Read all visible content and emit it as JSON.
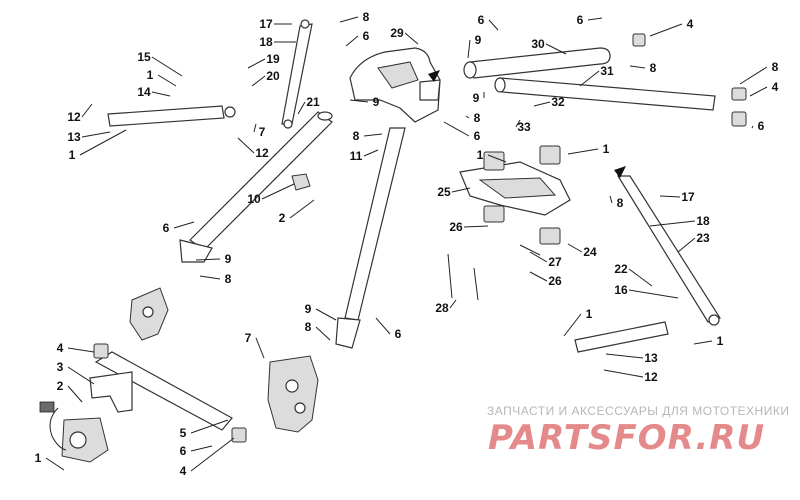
{
  "watermark": {
    "text": "ЗАПЧАСТИ И АКСЕССУАРЫ ДЛЯ МОТОТЕХНИКИ",
    "logo": "PARTSFOR.RU"
  },
  "callouts": [
    {
      "id": "c17a",
      "label": "17"
    },
    {
      "id": "c18a",
      "label": "18"
    },
    {
      "id": "c8a",
      "label": "8"
    },
    {
      "id": "c6a",
      "label": "6"
    },
    {
      "id": "c29",
      "label": "29"
    },
    {
      "id": "c6b",
      "label": "6"
    },
    {
      "id": "c9a",
      "label": "9"
    },
    {
      "id": "c30",
      "label": "30"
    },
    {
      "id": "c6c",
      "label": "6"
    },
    {
      "id": "c4a",
      "label": "4"
    },
    {
      "id": "c15",
      "label": "15"
    },
    {
      "id": "c19",
      "label": "19"
    },
    {
      "id": "c1a",
      "label": "1"
    },
    {
      "id": "c20",
      "label": "20"
    },
    {
      "id": "c14",
      "label": "14"
    },
    {
      "id": "c31",
      "label": "31"
    },
    {
      "id": "c8b",
      "label": "8"
    },
    {
      "id": "c8c",
      "label": "8"
    },
    {
      "id": "c4b",
      "label": "4"
    },
    {
      "id": "c12a",
      "label": "12"
    },
    {
      "id": "c21",
      "label": "21"
    },
    {
      "id": "c9b",
      "label": "9"
    },
    {
      "id": "c9c",
      "label": "9"
    },
    {
      "id": "c32",
      "label": "32"
    },
    {
      "id": "c6d",
      "label": "6"
    },
    {
      "id": "c13a",
      "label": "13"
    },
    {
      "id": "c7a",
      "label": "7"
    },
    {
      "id": "c8d",
      "label": "8"
    },
    {
      "id": "c33",
      "label": "33"
    },
    {
      "id": "c8e",
      "label": "8"
    },
    {
      "id": "c6e",
      "label": "6"
    },
    {
      "id": "c1b",
      "label": "1"
    },
    {
      "id": "c12b",
      "label": "12"
    },
    {
      "id": "c1c",
      "label": "1"
    },
    {
      "id": "c1d",
      "label": "1"
    },
    {
      "id": "c11",
      "label": "11"
    },
    {
      "id": "c25",
      "label": "25"
    },
    {
      "id": "c10",
      "label": "10"
    },
    {
      "id": "c8f",
      "label": "8"
    },
    {
      "id": "c17b",
      "label": "17"
    },
    {
      "id": "c2a",
      "label": "2"
    },
    {
      "id": "c18b",
      "label": "18"
    },
    {
      "id": "c6f",
      "label": "6"
    },
    {
      "id": "c26a",
      "label": "26"
    },
    {
      "id": "c23",
      "label": "23"
    },
    {
      "id": "c24",
      "label": "24"
    },
    {
      "id": "c9d",
      "label": "9"
    },
    {
      "id": "c27",
      "label": "27"
    },
    {
      "id": "c22",
      "label": "22"
    },
    {
      "id": "c8g",
      "label": "8"
    },
    {
      "id": "c26b",
      "label": "26"
    },
    {
      "id": "c16",
      "label": "16"
    },
    {
      "id": "c28",
      "label": "28"
    },
    {
      "id": "c9e",
      "label": "9"
    },
    {
      "id": "c1e",
      "label": "1"
    },
    {
      "id": "c8h",
      "label": "8"
    },
    {
      "id": "c6g",
      "label": "6"
    },
    {
      "id": "c1f",
      "label": "1"
    },
    {
      "id": "c7b",
      "label": "7"
    },
    {
      "id": "c4c",
      "label": "4"
    },
    {
      "id": "c13b",
      "label": "13"
    },
    {
      "id": "c3",
      "label": "3"
    },
    {
      "id": "c12c",
      "label": "12"
    },
    {
      "id": "c2b",
      "label": "2"
    },
    {
      "id": "c5",
      "label": "5"
    },
    {
      "id": "c6h",
      "label": "6"
    },
    {
      "id": "c4d",
      "label": "4"
    },
    {
      "id": "c1g",
      "label": "1"
    }
  ]
}
